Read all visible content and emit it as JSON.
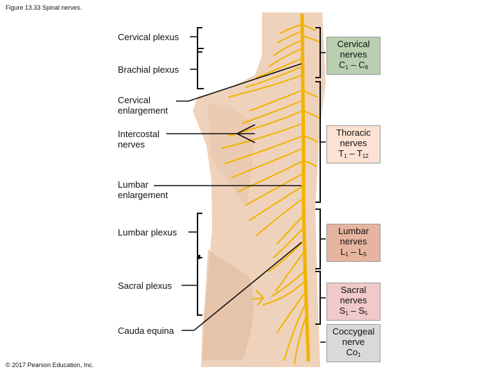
{
  "caption": "Figure 13.33 Spinal nerves.",
  "copyright": "© 2017 Pearson Education, Inc.",
  "colors": {
    "skin": "#efd2bb",
    "skin_shadow": "#d9b296",
    "nerve": "#f0b400",
    "cervical_box": "#b9cfb0",
    "thoracic_box": "#fbe2d2",
    "lumbar_box": "#e6b49f",
    "sacral_box": "#f1c9c9",
    "coccygeal_box": "#d9d9d9"
  },
  "left_labels": {
    "cervical_plexus": "Cervical plexus",
    "brachial_plexus": "Brachial plexus",
    "cervical_enlargement": "Cervical\nenlargement",
    "intercostal_nerves": "Intercostal\nnerves",
    "lumbar_enlargement": "Lumbar\nenlargement",
    "lumbar_plexus": "Lumbar plexus",
    "sacral_plexus": "Sacral plexus",
    "cauda_equina": "Cauda equina"
  },
  "regions": {
    "cervical": {
      "name": "Cervical\nnerves",
      "range_a": "C",
      "sub_a": "1",
      "dash": " – ",
      "range_b": "C",
      "sub_b": "8"
    },
    "thoracic": {
      "name": "Thoracic\nnerves",
      "range_a": "T",
      "sub_a": "1",
      "dash": " – ",
      "range_b": "T",
      "sub_b": "12"
    },
    "lumbar": {
      "name": "Lumbar\nnerves",
      "range_a": "L",
      "sub_a": "1",
      "dash": " – ",
      "range_b": "L",
      "sub_b": "5"
    },
    "sacral": {
      "name": "Sacral\nnerves",
      "range_a": "S",
      "sub_a": "1",
      "dash": " – ",
      "range_b": "S",
      "sub_b": "5"
    },
    "coccygeal": {
      "name": "Coccygeal\nnerve",
      "range_a": "Co",
      "sub_a": "1"
    }
  }
}
